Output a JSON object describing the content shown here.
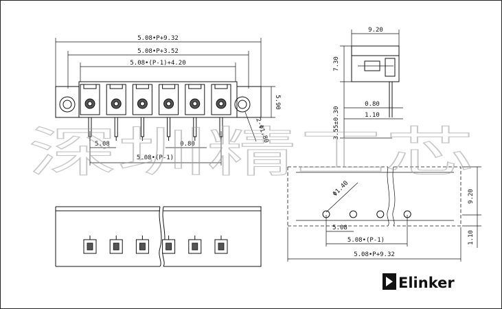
{
  "front_view": {
    "dim_total": "5.08•P+9.32",
    "dim_mid": "5.08•P+3.52",
    "dim_inner": "5.08•(P-1)+4.20",
    "dim_height": "5.90",
    "dim_hole": "2-Φ1.80",
    "dim_pitch": "5.08",
    "dim_pin": "0.80",
    "dim_pitch_total": "5.08•(P-1)",
    "pin_count": 6
  },
  "side_view": {
    "dim_width": "9.20",
    "dim_height": "7.30",
    "dim_pin_thickness": "0.80",
    "dim_pin_offset": "1.10",
    "dim_pin_length": "3.55±0.30"
  },
  "pcb_view": {
    "dim_hole": "Φ1.40",
    "dim_pitch": "5.08",
    "dim_pitch_total": "5.08•(P-1)",
    "dim_total": "5.08•P+9.32",
    "dim_height": "9.20",
    "dim_offset": "1.10",
    "hole_count": 4
  },
  "watermark": {
    "text": "深圳精工芯"
  },
  "brand": {
    "name": "Elinker",
    "color": "#111111"
  }
}
